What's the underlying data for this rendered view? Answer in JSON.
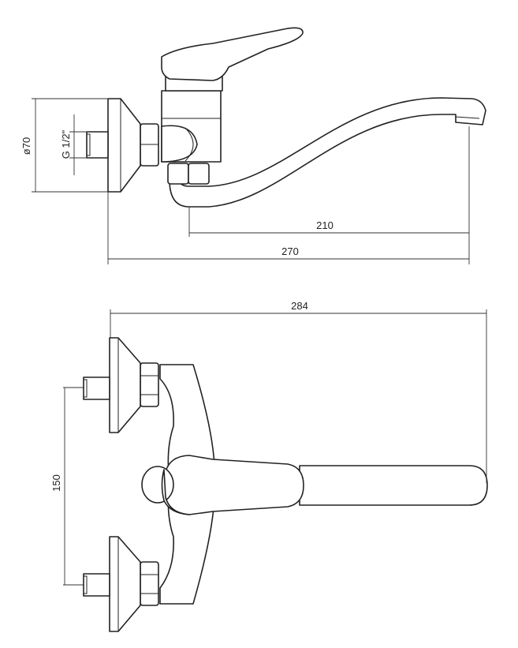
{
  "side_view": {
    "dimensions": {
      "diameter_label": "ø70",
      "thread_label": "G 1/2\"",
      "spout_reach_label": "210",
      "total_projection_label": "270"
    }
  },
  "top_view": {
    "dimensions": {
      "total_length_label": "284",
      "spacing_label": "150"
    }
  }
}
